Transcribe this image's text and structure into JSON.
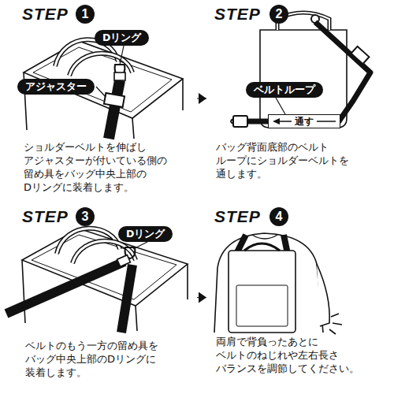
{
  "diagram": {
    "nodes": [
      {
        "text": [
          "STEP",
          "ショルダーベルトを伸ばし アジャスターが付いている側の 留め具をバッグ中央上部の Dリングに装着します。"
        ]
      },
      {
        "text": [
          "1"
        ],
        "in": 0
      },
      {
        "text": [
          "Dリング"
        ],
        "in": 0
      },
      {
        "text": [
          "アジャスター"
        ],
        "in": 0
      },
      {
        "text": [
          "STEP",
          "バッグ背面底部のベルト ループにショルダーベルトを 通します。"
        ]
      },
      {
        "text": [
          "2"
        ],
        "in": 4
      },
      {
        "text": [
          "ベルトループ"
        ],
        "in": 4
      },
      {
        "text": [
          "通す"
        ],
        "in": 4
      },
      {
        "text": [
          "STEP",
          "ベルトのもう一方の留め具を バッグ中央上部のDリングに 装着します。"
        ]
      },
      {
        "text": [
          "3"
        ],
        "in": 8
      },
      {
        "text": [
          "Dリング"
        ],
        "in": 8
      },
      {
        "text": [
          "STEP",
          "両肩で背負ったあとに ベルトのねじれや左右長さ バランスを調節してください。"
        ]
      },
      {
        "text": [
          "4"
        ],
        "in": 11
      }
    ],
    "edges": [
      {
        "from": 0,
        "to": 4,
        "arrow": "to"
      },
      {
        "from": 8,
        "to": 11,
        "arrow": "to"
      }
    ]
  }
}
